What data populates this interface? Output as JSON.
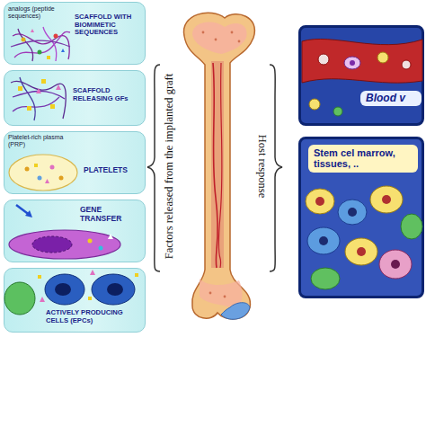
{
  "diagram": {
    "nodes": [
      {
        "text": [
          "analogs (peptide sequences)",
          "SCAFFOLD WITH BIOMIMETIC SEQUENCES"
        ]
      },
      {
        "text": [
          "SCAFFOLD RELEASING GFs"
        ]
      },
      {
        "text": [
          "Platelet-rich plasma (PRP)",
          "PLATELETS"
        ]
      },
      {
        "text": [
          "GENE TRANSFER"
        ]
      },
      {
        "text": [
          "ACTIVELY PRODUCING CELLS (EPCs)"
        ]
      },
      {
        "text": [
          "Blood v"
        ]
      },
      {
        "text": [
          "Stem cel marrow, tissues, .."
        ]
      }
    ],
    "labels": [
      "Factors released from the implanted graft",
      "Host response"
    ]
  }
}
